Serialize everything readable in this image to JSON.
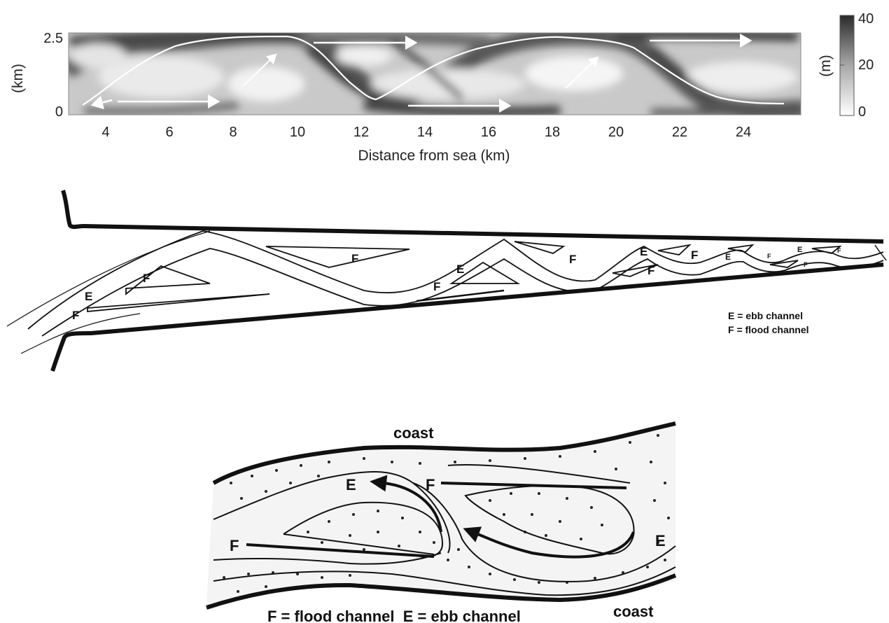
{
  "top_panel": {
    "y_axis_label": "(km)",
    "y_ticks": [
      "2.5",
      "0"
    ],
    "x_ticks": [
      "4",
      "6",
      "8",
      "10",
      "12",
      "14",
      "16",
      "18",
      "20",
      "22",
      "24"
    ],
    "x_axis_label": "Distance from sea (km)",
    "colorbar": {
      "label": "(m)",
      "ticks": [
        "40",
        "20",
        "0"
      ]
    }
  },
  "middle_panel": {
    "channel_labels": {
      "ebb": "E",
      "flood": "F"
    },
    "legend": {
      "ebb": "E = ebb channel",
      "flood": "F = flood channel"
    }
  },
  "bottom_panel": {
    "coast_top": "coast",
    "coast_bottom": "coast",
    "flood_label": "F",
    "ebb_label": "E",
    "caption": "F = flood channel  E = ebb channel"
  }
}
